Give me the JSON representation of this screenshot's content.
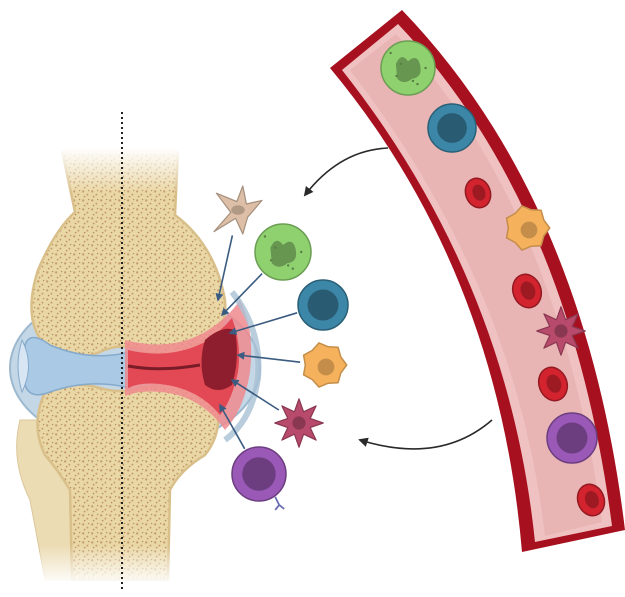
{
  "figure": {
    "labels": [],
    "colors": {
      "bone": "#eedcae",
      "bone_pore": "#caa672",
      "capsule": "#c3d7e6",
      "capsule_edge": "#9db9cf",
      "synovial_fluid": "#a9c9e4",
      "inflamed": "#e34954",
      "inflamed_dark": "#8e1e2d",
      "vessel_wall": "#a7111f",
      "vessel_lumen": "#e8b4b4",
      "arrow": "#2a2a2a",
      "cell_arrow": "#3b5c80"
    }
  },
  "vessel_cells": [
    {
      "kind": "neutrophil",
      "icon": "neutrophil-icon",
      "color": "#8fd16f"
    },
    {
      "kind": "monocyte",
      "icon": "monocyte-icon",
      "color": "#3c87a8"
    },
    {
      "kind": "red-blood-cell",
      "icon": "red-blood-cell-icon",
      "color": "#d2232e"
    },
    {
      "kind": "macrophage",
      "icon": "macrophage-icon",
      "color": "#f5b15c"
    },
    {
      "kind": "red-blood-cell",
      "icon": "red-blood-cell-icon",
      "color": "#d2232e"
    },
    {
      "kind": "dendritic-cell",
      "icon": "dendritic-cell-icon",
      "color": "#b84a6c"
    },
    {
      "kind": "red-blood-cell",
      "icon": "red-blood-cell-icon",
      "color": "#d2232e"
    },
    {
      "kind": "lymphocyte",
      "icon": "lymphocyte-icon",
      "color": "#9a59b7"
    },
    {
      "kind": "red-blood-cell",
      "icon": "red-blood-cell-icon",
      "color": "#d2232e"
    }
  ],
  "recruited_cells": [
    {
      "kind": "fibroblast",
      "icon": "fibroblast-icon",
      "color": "#dcbfa6"
    },
    {
      "kind": "neutrophil",
      "icon": "neutrophil-icon",
      "color": "#8fd16f"
    },
    {
      "kind": "monocyte",
      "icon": "monocyte-icon",
      "color": "#3c87a8"
    },
    {
      "kind": "macrophage",
      "icon": "macrophage-icon",
      "color": "#f5b15c"
    },
    {
      "kind": "dendritic-cell",
      "icon": "dendritic-cell-icon",
      "color": "#b84a6c"
    },
    {
      "kind": "b-cell",
      "icon": "b-cell-icon",
      "color": "#9a59b7"
    }
  ]
}
